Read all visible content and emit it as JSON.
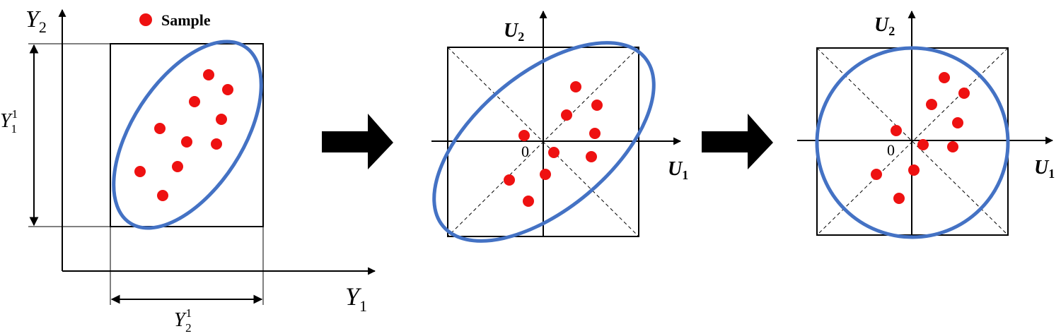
{
  "colors": {
    "sample": "#ee1111",
    "ellipse": "#4472c4",
    "line": "#000000"
  },
  "legend": {
    "label": "Sample"
  },
  "panel1": {
    "x_label": "Y",
    "x_sub": "1",
    "y_label": "Y",
    "y_sub": "2",
    "range_vertical": {
      "base": "Y",
      "sup": "1",
      "sub": "1"
    },
    "range_horizontal": {
      "base": "Y",
      "sup": "1",
      "sub": "2"
    }
  },
  "panel2": {
    "origin": "0",
    "u1_label": "U",
    "u1_sub": "1",
    "u2_label": "U",
    "u2_sub": "2"
  },
  "panel3": {
    "origin": "0",
    "u1_label": "U",
    "u1_sub": "1",
    "u2_label": "U",
    "u2_sub": "2"
  },
  "arrows": [
    "step-arrow-1",
    "step-arrow-2"
  ]
}
